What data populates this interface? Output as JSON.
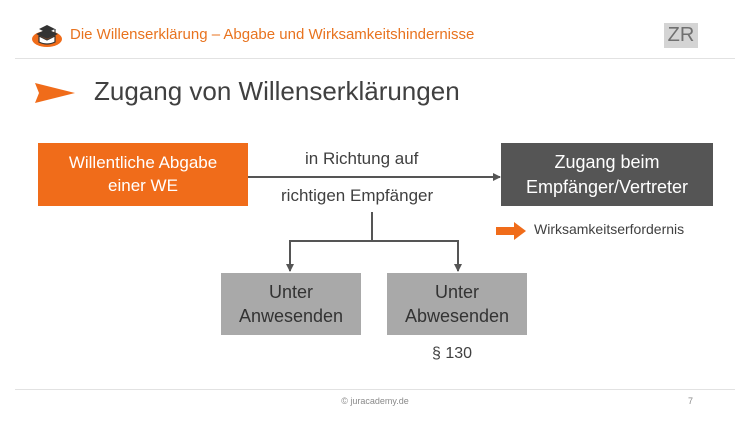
{
  "header": {
    "title": "Die Willenserklärung – Abgabe und Wirksamkeitshindernisse",
    "badge": "ZR",
    "logo_icon": "graduation-cap-book-icon"
  },
  "slide": {
    "title": "Zugang von Willenserklärungen",
    "title_icon": "orange-triangle-arrow-icon"
  },
  "diagram": {
    "source_box": {
      "line1": "Willentliche Abgabe",
      "line2": "einer WE"
    },
    "target_box": {
      "line1": "Zugang beim",
      "line2": "Empfänger/Vertreter"
    },
    "edge_label_top": "in Richtung auf",
    "edge_label_bottom": "richtigen Empfänger",
    "branch_left": {
      "line1": "Unter",
      "line2": "Anwesenden"
    },
    "branch_right": {
      "line1": "Unter",
      "line2": "Abwesenden"
    },
    "legend": {
      "icon": "orange-arrow-icon",
      "text": "Wirksamkeitserfordernis"
    },
    "section_ref": "§ 130"
  },
  "footer": {
    "copyright": "© juracademy.de",
    "page_number": "7"
  },
  "colors": {
    "accent": "#f06c1a",
    "dark_box": "#555555",
    "gray_box": "#a9a9a9",
    "badge_bg": "#d4d4d4",
    "text": "#404040"
  }
}
